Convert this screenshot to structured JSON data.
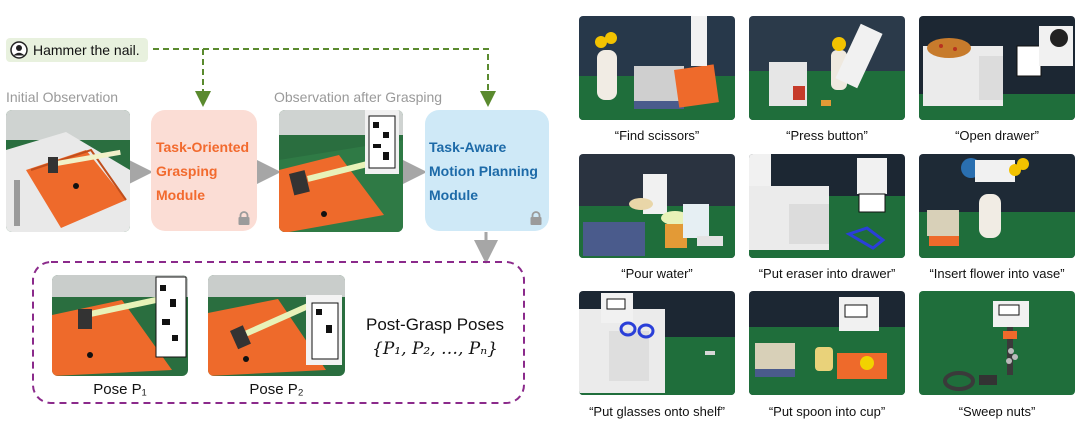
{
  "instruction": {
    "text": "Hammer the nail."
  },
  "labels": {
    "initial_observation": "Initial Observation",
    "observation_after_grasping": "Observation after Grasping"
  },
  "modules": {
    "grasping": [
      "Task-Oriented",
      "Grasping",
      "Module"
    ],
    "motion": [
      "Task-Aware",
      "Motion Planning",
      "Module"
    ]
  },
  "poses": {
    "title": "Post-Grasp Poses",
    "set": "{P₁, P₂, …, Pₙ}",
    "pose1": "Pose P₁",
    "pose2": "Pose P₂"
  },
  "tasks": [
    "“Find scissors”",
    "“Press button”",
    "“Open drawer”",
    "“Pour water”",
    "“Put eraser into drawer”",
    "“Insert flower into vase”",
    "“Put glasses onto shelf”",
    "“Put spoon into cup”",
    "“Sweep nuts”"
  ],
  "colors": {
    "grasping_module_bg": "#fbddd5",
    "grasping_module_text": "#f26a2e",
    "motion_module_bg": "#cfe9f7",
    "motion_module_text": "#1d6aa8",
    "instruction_arrow": "#5a8a2e",
    "poses_border": "#8b2a8b",
    "flow_arrow": "#a6a6a6",
    "table_green": "#1f6e3b",
    "book_orange": "#ee6a2b"
  }
}
